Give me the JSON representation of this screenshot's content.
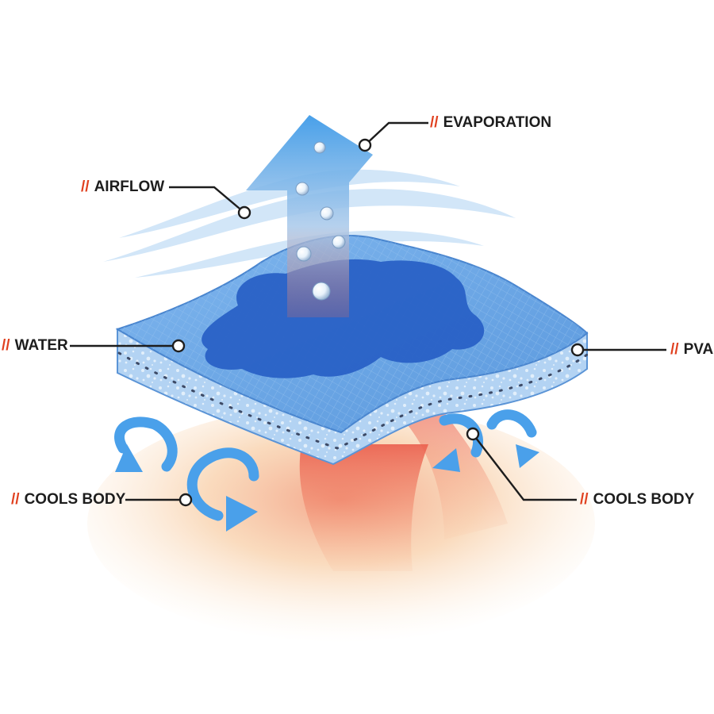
{
  "labels": {
    "prefix": "//",
    "evaporation": "EVAPORATION",
    "airflow": "AIRFLOW",
    "water": "WATER",
    "pva": "PVA",
    "cools_body_left": "COOLS BODY",
    "cools_body_right": "COOLS BODY"
  },
  "colors": {
    "prefix_accent": "#e0401f",
    "label_text": "#1d1d1d",
    "leader_line": "#1d1d1d",
    "pva_pad_top": "#6aa6e6",
    "pva_pad_side": "#a9cdf2",
    "water": "#2a63c9",
    "arrow_blue": "#4aa0ea",
    "airflow": "#c8e0f7",
    "body_heat": "#f0563c",
    "body_warm": "#f7d8b0"
  },
  "icons": [
    "evaporation-arrow-icon",
    "water-droplet-icon",
    "circular-flow-arrow-icon"
  ]
}
